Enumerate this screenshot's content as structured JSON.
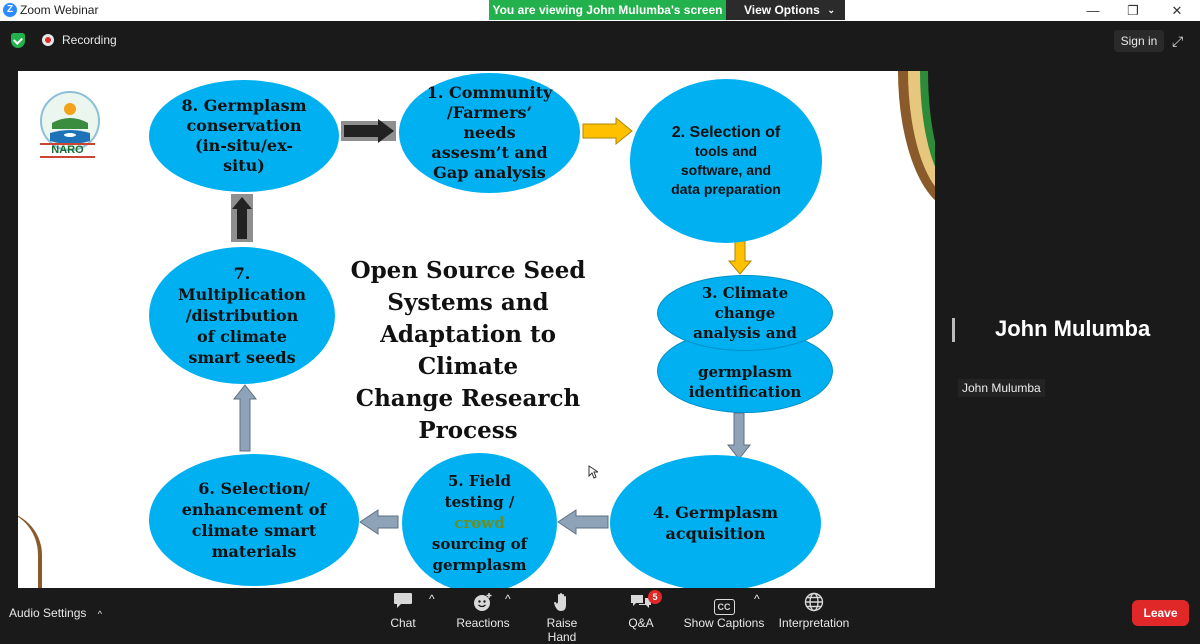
{
  "window": {
    "title": "Zoom Webinar",
    "app_icon": "Z",
    "minimize": "—",
    "restore": "❐",
    "close": "✕"
  },
  "banner": {
    "viewing_text": "You are viewing John Mulumba's screen",
    "view_options_label": "View Options",
    "chevron": "⌄"
  },
  "status": {
    "recording_label": "Recording",
    "sign_in_label": "Sign in",
    "fullscreen_icon": "⤢"
  },
  "slide": {
    "logo_text": "NARO",
    "title_lines": [
      "Open Source Seed",
      "Systems and",
      "Adaptation to Climate",
      "Change Research",
      "Process"
    ],
    "nodes": [
      {
        "id": "n1",
        "lines": [
          "1. Community",
          "/Farmers’",
          "needs",
          "assesm’t and",
          "Gap analysis"
        ]
      },
      {
        "id": "n2",
        "lines": [
          "2. Selection of",
          "tools and",
          "software,  and",
          "data preparation"
        ]
      },
      {
        "id": "n3",
        "lines": [
          "3. Climate",
          "change",
          "analysis and"
        ]
      },
      {
        "id": "n3b",
        "lines": [
          "germplasm",
          "identification"
        ]
      },
      {
        "id": "n4",
        "lines": [
          "4. Germplasm",
          "acquisition"
        ]
      },
      {
        "id": "n5",
        "lines": [
          "5. Field",
          "testing /",
          "crowd",
          "sourcing of",
          "germplasm"
        ]
      },
      {
        "id": "n6",
        "lines": [
          "6. Selection/",
          "enhancement  of",
          "climate smart",
          "materials"
        ]
      },
      {
        "id": "n7",
        "lines": [
          "7.",
          "Multiplication",
          "/distribution",
          "of climate",
          "smart seeds"
        ]
      },
      {
        "id": "n8",
        "lines": [
          "8. Germplasm",
          "conservation",
          "(in-situ/ex-",
          "situ)"
        ]
      }
    ],
    "colors": {
      "node": "#00b0f0",
      "arrow_yellow": "#ffc000",
      "arrow_gray": "#8fa3b8",
      "arrow_dark": "#222222",
      "crowd_green": "#6f8c1e"
    }
  },
  "speaker": {
    "name": "John Mulumba",
    "tag": "John Mulumba"
  },
  "toolbar": {
    "audio_settings": "Audio Settings",
    "chat": "Chat",
    "reactions": "Reactions",
    "raise_hand": "Raise Hand",
    "qa": "Q&A",
    "qa_badge": "5",
    "show_captions": "Show Captions",
    "cc_icon": "CC",
    "interpretation": "Interpretation",
    "leave": "Leave",
    "caret": "^"
  }
}
